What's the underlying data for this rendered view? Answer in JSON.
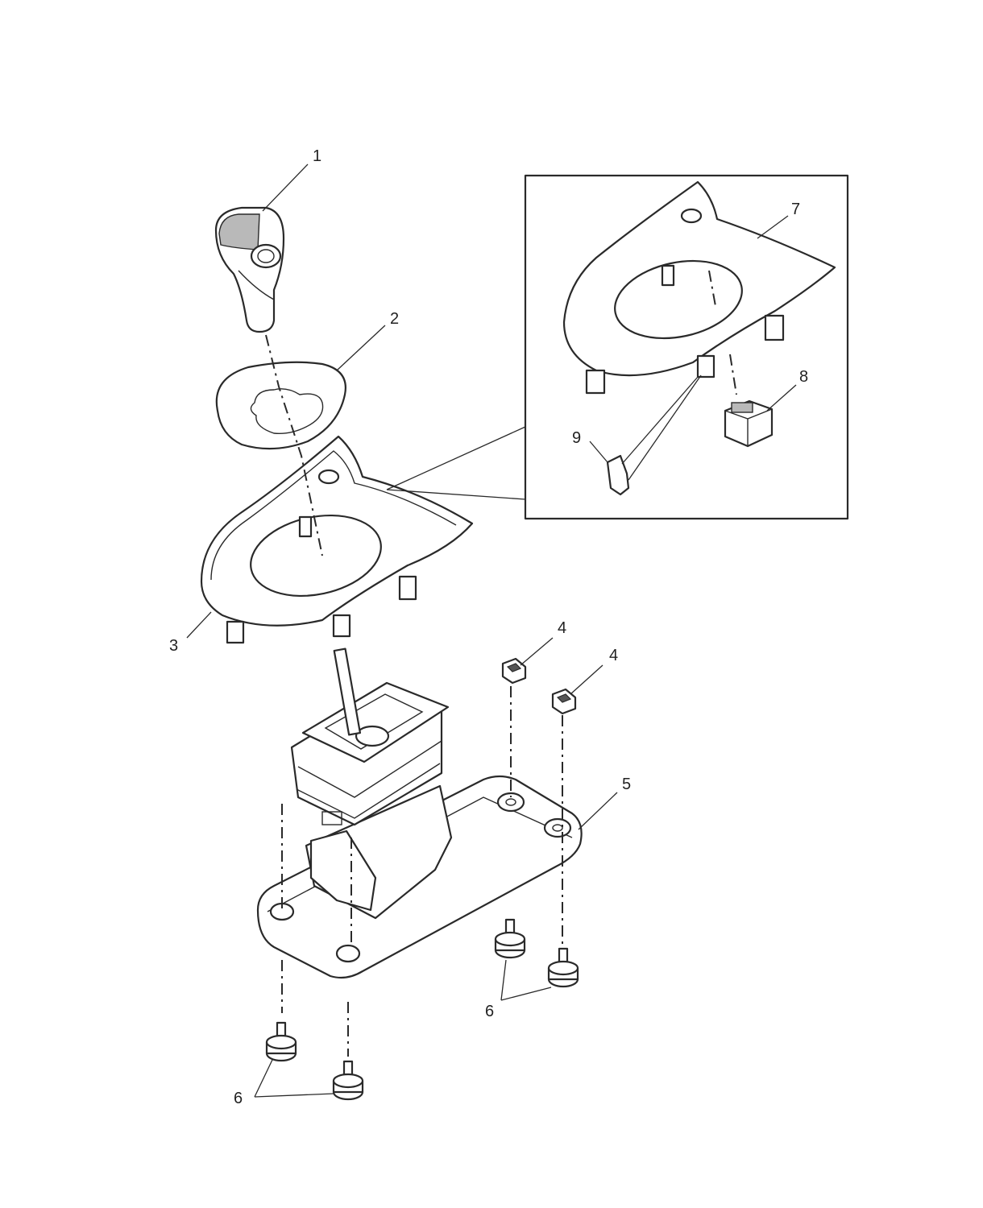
{
  "callouts": {
    "c1": "1",
    "c2": "2",
    "c3": "3",
    "c4a": "4",
    "c4b": "4",
    "c5": "5",
    "c6a": "6",
    "c6b": "6",
    "c7": "7",
    "c8": "8",
    "c9": "9"
  }
}
